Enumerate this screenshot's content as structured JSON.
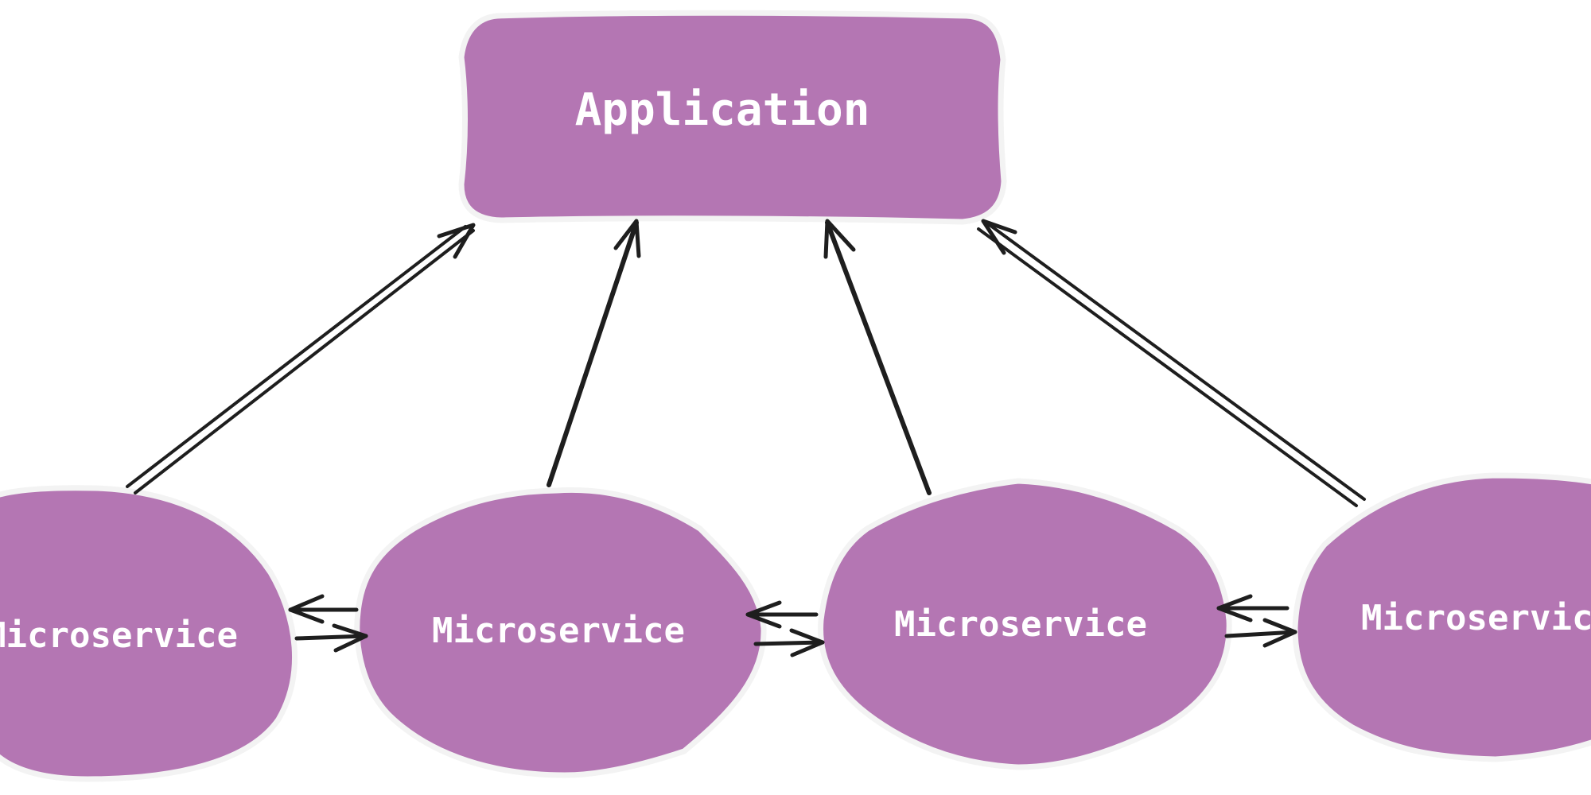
{
  "colors": {
    "node_fill": "#b476b3",
    "node_text": "#ffffff",
    "edge": "#1e1e1e",
    "background": "#ffffff"
  },
  "nodes": {
    "application": {
      "label": "Application"
    },
    "microservices": [
      {
        "label": "Microservice"
      },
      {
        "label": "Microservice"
      },
      {
        "label": "Microservice"
      },
      {
        "label": "Microservice"
      }
    ]
  }
}
